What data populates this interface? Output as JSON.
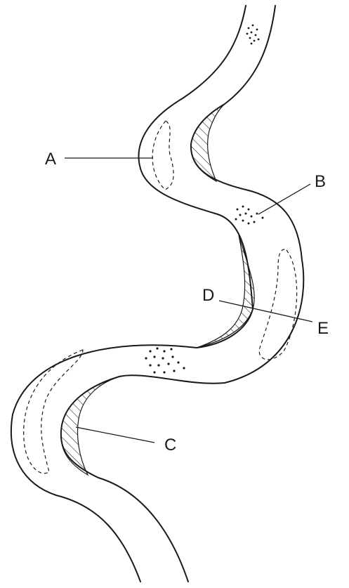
{
  "labels": {
    "A": "A",
    "B": "B",
    "C": "C",
    "D": "D",
    "E": "E"
  },
  "colors": {
    "ink": "#1a1a1a",
    "background": "#ffffff"
  }
}
